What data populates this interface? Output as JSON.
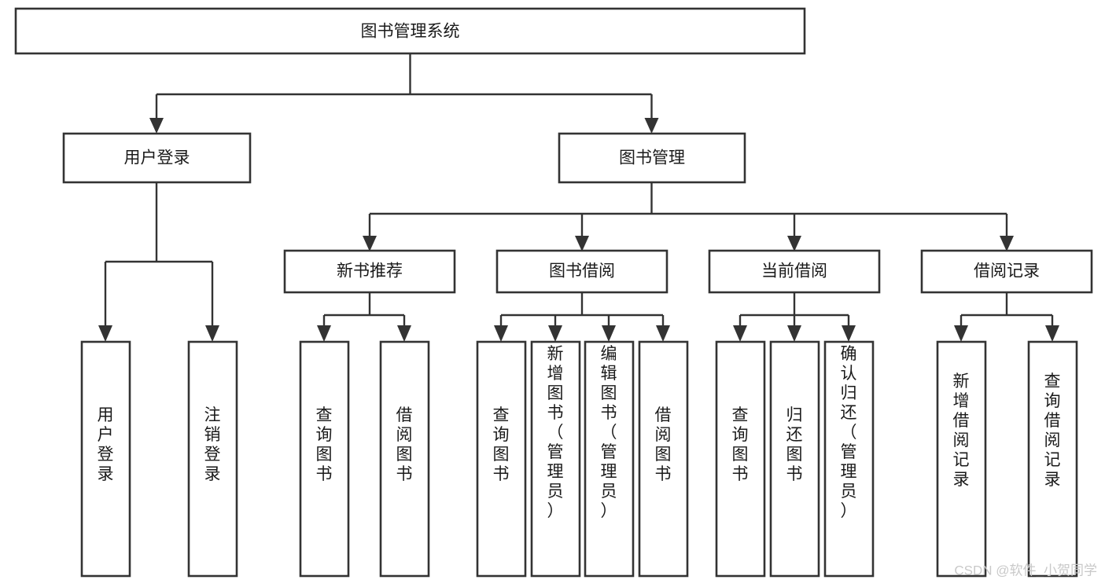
{
  "diagram": {
    "type": "tree-hierarchy",
    "title": "图书管理系统",
    "watermark": "CSDN @软件_小贺同学",
    "colors": {
      "background": "#ffffff",
      "box_fill": "#ffffff",
      "box_stroke": "#333333",
      "text": "#1a1a1a",
      "watermark": "#c9c9c9"
    },
    "levels": [
      {
        "level": 1,
        "nodes": [
          {
            "id": "root",
            "label": "图书管理系统",
            "orientation": "horizontal"
          }
        ]
      },
      {
        "level": 2,
        "nodes": [
          {
            "id": "user-login",
            "label": "用户登录",
            "orientation": "horizontal",
            "parent": "root"
          },
          {
            "id": "book-manage",
            "label": "图书管理",
            "orientation": "horizontal",
            "parent": "root"
          }
        ]
      },
      {
        "level": 3,
        "nodes": [
          {
            "id": "new-book-rec",
            "label": "新书推荐",
            "orientation": "horizontal",
            "parent": "book-manage"
          },
          {
            "id": "book-borrow",
            "label": "图书借阅",
            "orientation": "horizontal",
            "parent": "book-manage"
          },
          {
            "id": "current-borrow",
            "label": "当前借阅",
            "orientation": "horizontal",
            "parent": "book-manage"
          },
          {
            "id": "borrow-record",
            "label": "借阅记录",
            "orientation": "horizontal",
            "parent": "book-manage"
          }
        ]
      },
      {
        "level": 4,
        "nodes": [
          {
            "id": "leaf-user-login",
            "label": "用户登录",
            "orientation": "vertical",
            "parent": "user-login"
          },
          {
            "id": "leaf-user-logout",
            "label": "注销登录",
            "orientation": "vertical",
            "parent": "user-login"
          },
          {
            "id": "leaf-query-book-1",
            "label": "查询图书",
            "orientation": "vertical",
            "parent": "new-book-rec"
          },
          {
            "id": "leaf-borrow-book-1",
            "label": "借阅图书",
            "orientation": "vertical",
            "parent": "new-book-rec"
          },
          {
            "id": "leaf-query-book-2",
            "label": "查询图书",
            "orientation": "vertical",
            "parent": "book-borrow"
          },
          {
            "id": "leaf-add-book",
            "label": "新增图书（管理员）",
            "orientation": "vertical",
            "parent": "book-borrow"
          },
          {
            "id": "leaf-edit-book",
            "label": "编辑图书（管理员）",
            "orientation": "vertical",
            "parent": "book-borrow"
          },
          {
            "id": "leaf-borrow-book-2",
            "label": "借阅图书",
            "orientation": "vertical",
            "parent": "book-borrow"
          },
          {
            "id": "leaf-query-book-3",
            "label": "查询图书",
            "orientation": "vertical",
            "parent": "current-borrow"
          },
          {
            "id": "leaf-return-book",
            "label": "归还图书",
            "orientation": "vertical",
            "parent": "current-borrow"
          },
          {
            "id": "leaf-confirm-return",
            "label": "确认归还（管理员）",
            "orientation": "vertical",
            "parent": "current-borrow"
          },
          {
            "id": "leaf-add-record",
            "label": "新增借阅记录",
            "orientation": "vertical",
            "parent": "borrow-record"
          },
          {
            "id": "leaf-query-record",
            "label": "查询借阅记录",
            "orientation": "vertical",
            "parent": "borrow-record"
          }
        ]
      }
    ]
  }
}
